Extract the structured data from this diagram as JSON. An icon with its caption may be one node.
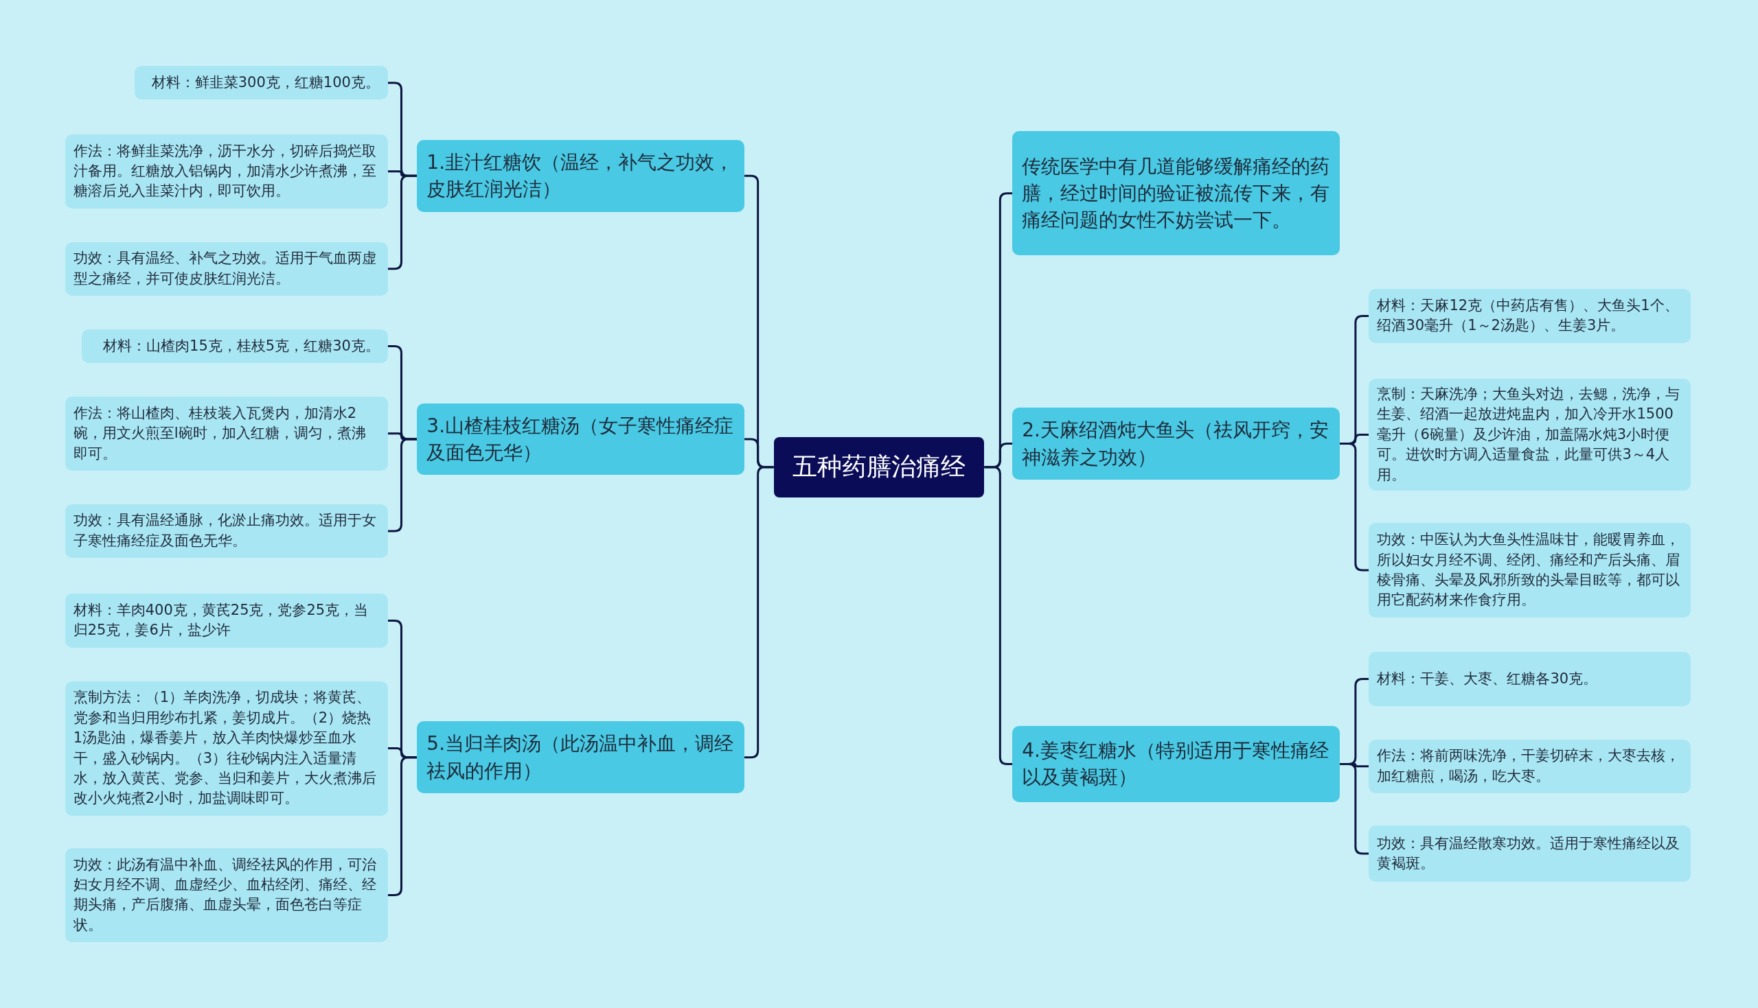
{
  "diagram": {
    "nodes": [
      {
        "text": [
          "五种药膳治痛经"
        ]
      },
      {
        "text": [
          "1.韭汁红糖饮（温经，补气之功效，皮肤红润光洁）"
        ]
      },
      {
        "text": [
          "材料：鲜韭菜300克，红糖100克。"
        ]
      },
      {
        "text": [
          "作法：将鲜韭菜洗净，沥干水分，切碎后捣烂取汁备用。红糖放入铝锅内，加清水少许煮沸，至糖溶后兑入韭菜汁内，即可饮用。"
        ]
      },
      {
        "text": [
          "功效：具有温经、补气之功效。适用于气血两虚型之痛经，并可使皮肤红润光洁。"
        ]
      },
      {
        "text": [
          "3.山楂桂枝红糖汤（女子寒性痛经症及面色无华）"
        ]
      },
      {
        "text": [
          "材料：山楂肉15克，桂枝5克，红糖30克。"
        ]
      },
      {
        "text": [
          "作法：将山楂肉、桂枝装入瓦煲内，加清水2碗，用文火煎至l碗时，加入红糖，调匀，煮沸即可。"
        ]
      },
      {
        "text": [
          "功效：具有温经通脉，化淤止痛功效。适用于女子寒性痛经症及面色无华。"
        ]
      },
      {
        "text": [
          "5.当归羊肉汤（此汤温中补血，调经祛风的作用）"
        ]
      },
      {
        "text": [
          "材料：羊肉400克，黄芪25克，党参25克，当归25克，姜6片，盐少许"
        ]
      },
      {
        "text": [
          "烹制方法：（1）羊肉洗净，切成块；将黄芪、党参和当归用纱布扎紧，姜切成片。（2）烧热1汤匙油，爆香姜片，放入羊肉快爆炒至血水干，盛入砂锅内。（3）往砂锅内注入适量清水，放入黄芪、党参、当归和姜片，大火煮沸后改小火炖煮2小时，加盐调味即可。"
        ]
      },
      {
        "text": [
          "功效：此汤有温中补血、调经祛风的作用，可治妇女月经不调、血虚经少、血枯经闭、痛经、经期头痛，产后腹痛、血虚头晕，面色苍白等症状。"
        ]
      },
      {
        "text": [
          "传统医学中有几道能够缓解痛经的药膳，经过时间的验证被流传下来，有痛经问题的女性不妨尝试一下。"
        ]
      },
      {
        "text": [
          "2.天麻绍酒炖大鱼头（祛风开窍，安神滋养之功效）"
        ]
      },
      {
        "text": [
          "材料：天麻12克（中药店有售）、大鱼头1个、绍酒30毫升（1～2汤匙）、生姜3片。"
        ]
      },
      {
        "text": [
          "烹制：天麻洗净；大鱼头对边，去鳃，洗净，与生姜、绍酒一起放进炖盅内，加入冷开水1500毫升（6碗量）及少许油，加盖隔水炖3小时便可。进饮时方调入适量食盐，此量可供3～4人用。"
        ]
      },
      {
        "text": [
          "功效：中医认为大鱼头性温味甘，能暖胃养血，所以妇女月经不调、经闭、痛经和产后头痛、眉棱骨痛、头晕及风邪所致的头晕目眩等，都可以用它配药材来作食疗用。"
        ]
      },
      {
        "text": [
          "4.姜枣红糖水（特别适用于寒性痛经以及黄褐斑）"
        ]
      },
      {
        "text": [
          "材料：干姜、大枣、红糖各30克。"
        ]
      },
      {
        "text": [
          "作法：将前两味洗净，干姜切碎末，大枣去核，加红糖煎，喝汤，吃大枣。"
        ]
      },
      {
        "text": [
          "功效：具有温经散寒功效。适用于寒性痛经以及黄褐斑。"
        ]
      }
    ],
    "edges": [
      {
        "from": 0,
        "to": 1,
        "arrow": "none"
      },
      {
        "from": 1,
        "to": 2,
        "arrow": "none"
      },
      {
        "from": 1,
        "to": 3,
        "arrow": "none"
      },
      {
        "from": 1,
        "to": 4,
        "arrow": "none"
      },
      {
        "from": 0,
        "to": 5,
        "arrow": "none"
      },
      {
        "from": 5,
        "to": 6,
        "arrow": "none"
      },
      {
        "from": 5,
        "to": 7,
        "arrow": "none"
      },
      {
        "from": 5,
        "to": 8,
        "arrow": "none"
      },
      {
        "from": 0,
        "to": 9,
        "arrow": "none"
      },
      {
        "from": 9,
        "to": 10,
        "arrow": "none"
      },
      {
        "from": 9,
        "to": 11,
        "arrow": "none"
      },
      {
        "from": 9,
        "to": 12,
        "arrow": "none"
      },
      {
        "from": 0,
        "to": 13,
        "arrow": "none"
      },
      {
        "from": 0,
        "to": 14,
        "arrow": "none"
      },
      {
        "from": 14,
        "to": 15,
        "arrow": "none"
      },
      {
        "from": 14,
        "to": 16,
        "arrow": "none"
      },
      {
        "from": 14,
        "to": 17,
        "arrow": "none"
      },
      {
        "from": 0,
        "to": 18,
        "arrow": "none"
      },
      {
        "from": 18,
        "to": 19,
        "arrow": "none"
      },
      {
        "from": 18,
        "to": 20,
        "arrow": "none"
      },
      {
        "from": 18,
        "to": 21,
        "arrow": "none"
      }
    ]
  }
}
